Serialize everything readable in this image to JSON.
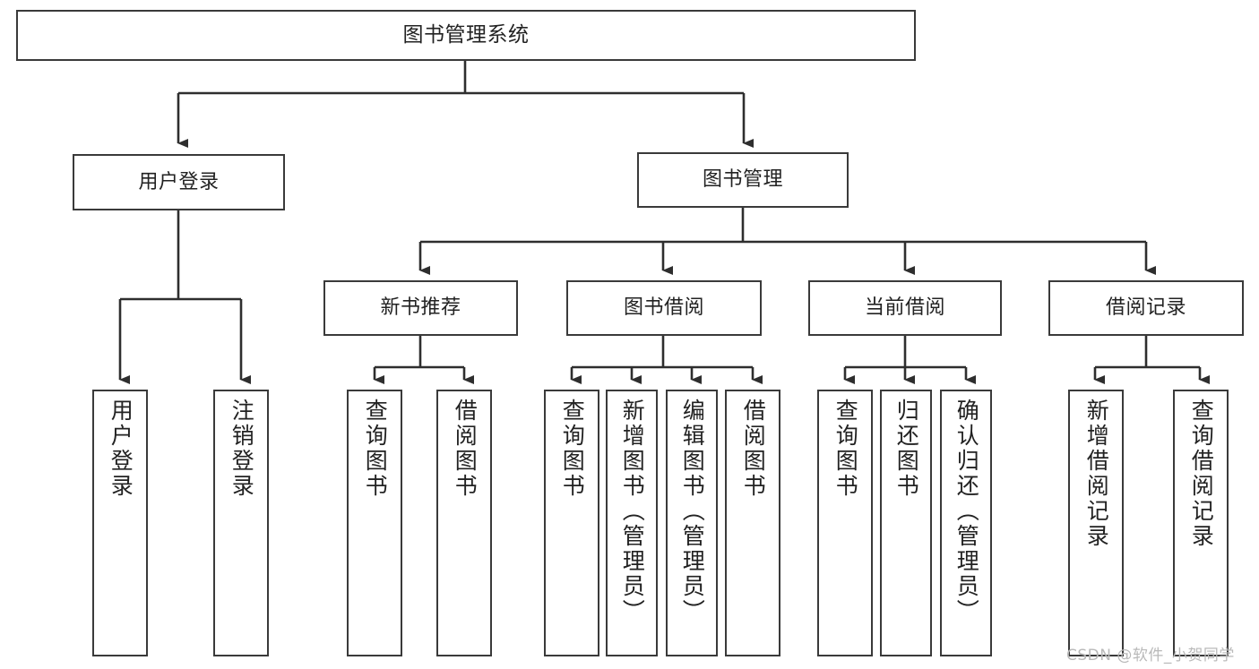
{
  "diagram": {
    "title": "图书管理系统",
    "type": "tree-hierarchy-diagram",
    "stroke_color": "#3a3a3a",
    "text_color": "#222222",
    "background_color": "#ffffff"
  },
  "root": {
    "label": "图书管理系统"
  },
  "level1": [
    {
      "label": "用户登录"
    },
    {
      "label": "图书管理"
    }
  ],
  "level2": [
    {
      "label": "新书推荐"
    },
    {
      "label": "图书借阅"
    },
    {
      "label": "当前借阅"
    },
    {
      "label": "借阅记录"
    }
  ],
  "leaves": {
    "user_login": [
      {
        "label": "用户登录"
      },
      {
        "label": "注销登录"
      }
    ],
    "new_book_recommend": [
      {
        "label": "查询图书"
      },
      {
        "label": "借阅图书"
      }
    ],
    "book_borrow": [
      {
        "label": "查询图书"
      },
      {
        "label": "新增图书（管理员）"
      },
      {
        "label": "编辑图书（管理员）"
      },
      {
        "label": "借阅图书"
      }
    ],
    "current_borrow": [
      {
        "label": "查询图书"
      },
      {
        "label": "归还图书"
      },
      {
        "label": "确认归还（管理员）"
      }
    ],
    "borrow_record": [
      {
        "label": "新增借阅记录"
      },
      {
        "label": "查询借阅记录"
      }
    ]
  },
  "watermark": {
    "text": "CSDN @软件_小贺同学"
  }
}
